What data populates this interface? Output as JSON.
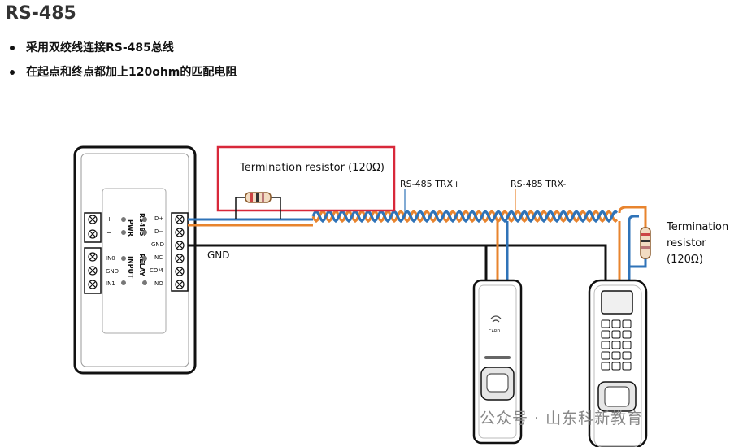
{
  "header": {
    "title": "RS-485",
    "bullets": [
      "采用双绞线连接RS-485总线",
      "在起点和终点都加上120ohm的匹配电阻"
    ]
  },
  "diagram": {
    "termination_left": "Termination resistor (120Ω)",
    "termination_right_lines": [
      "Termination",
      "resistor",
      "(120Ω)"
    ],
    "trx_plus": "RS-485 TRX+",
    "trx_minus": "RS-485 TRX-",
    "gnd": "GND",
    "controller_labels": {
      "pwr": "PWR",
      "rs485": "RS485",
      "input": "INPUT",
      "relay": "RELAY",
      "plus": "+",
      "minus": "−",
      "d_plus": "D+",
      "d_minus": "D−",
      "gnd_term": "GND",
      "nc": "NC",
      "com": "COM",
      "no": "NO",
      "in0": "IN0",
      "gnd_in": "GND",
      "in1": "IN1"
    },
    "reader_card_label": "CARD",
    "wire_colors": {
      "orange": "#e8842e",
      "blue": "#2f73b8",
      "black": "#111111",
      "highlight": "#d8283a"
    }
  },
  "watermark": "公众号 · 山东科新教育"
}
